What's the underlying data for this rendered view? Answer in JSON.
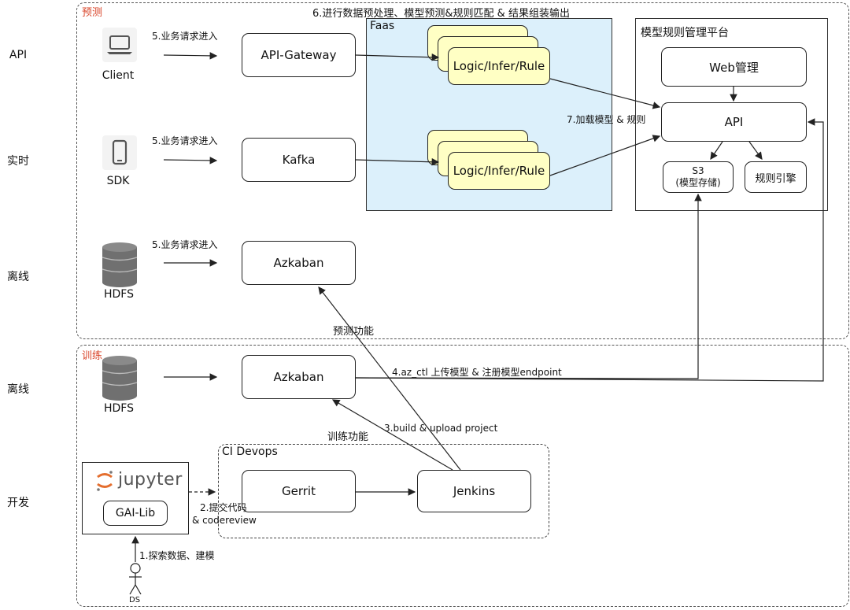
{
  "rows": {
    "api": "API",
    "realtime": "实时",
    "offline1": "离线",
    "offline2": "离线",
    "dev": "开发"
  },
  "regions": {
    "predict": "预测",
    "train": "训练",
    "faas": "Faas",
    "platform": "模型规则管理平台",
    "ci": "CI Devops"
  },
  "top_label": "6.进行数据预处理、模型预测&规则匹配 & 结果组装输出",
  "sources": {
    "client": "Client",
    "sdk": "SDK",
    "hdfs1": "HDFS",
    "hdfs2": "HDFS"
  },
  "edge_labels": {
    "req1": "5.业务请求进入",
    "req2": "5.业务请求进入",
    "req3": "5.业务请求进入",
    "load": "7.加载模型 & 规则",
    "predict_fn": "预测功能",
    "upload": "4.az_ctl 上传模型 & 注册模型endpoint",
    "train_fn": "训练功能",
    "build": "3.build & upload project",
    "submit1": "2.提交代码",
    "submit2": "& codereview",
    "explore": "1.探索数据、建模"
  },
  "nodes": {
    "gateway": "API-Gateway",
    "kafka": "Kafka",
    "azkaban1": "Azkaban",
    "azkaban2": "Azkaban",
    "lir1": "Logic/Infer/Rule",
    "lir2": "Logic/Infer/Rule",
    "web": "Web管理",
    "api": "API",
    "s3_line1": "S3",
    "s3_line2": "(模型存储)",
    "rule_engine": "规则引擎",
    "gerrit": "Gerrit",
    "jenkins": "Jenkins",
    "jupyter": "jupyter",
    "gailib": "GAI-Lib",
    "ds": "DS"
  }
}
